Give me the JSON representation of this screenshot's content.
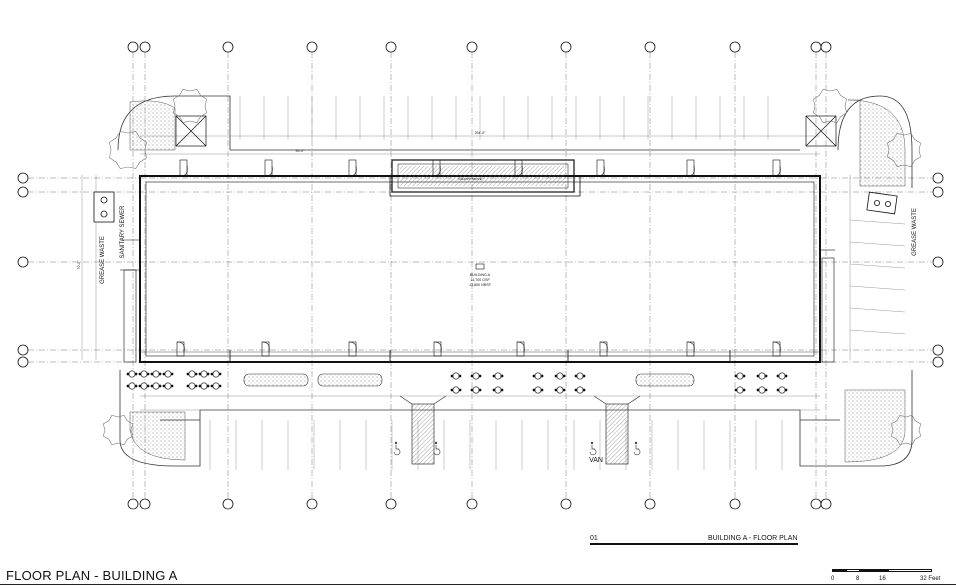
{
  "sheet": {
    "title": "FLOOR PLAN - BUILDING A",
    "drawing_number": "01",
    "drawing_name": "BUILDING A - FLOOR PLAN",
    "scale_labels": [
      "0",
      "8",
      "16",
      "32 Feet"
    ]
  },
  "plan": {
    "left_label": "GREASE WASTE",
    "left_label_2": "SANITARY SEWER",
    "right_label": "GREASE WASTE",
    "van_label": "VAN",
    "center_tag": "BUILDING A",
    "center_area_1": "14,700 GSF",
    "center_area_2": "13,800 NRSF",
    "storefront_note": "CANOPY ABOVE",
    "dim_total": "294'-0\"",
    "dim_bay": "35'-0\"",
    "dim_depth": "70'-0\""
  },
  "colors": {
    "line": "#111111",
    "light": "#8a8a8a",
    "hatch": "#555555"
  }
}
